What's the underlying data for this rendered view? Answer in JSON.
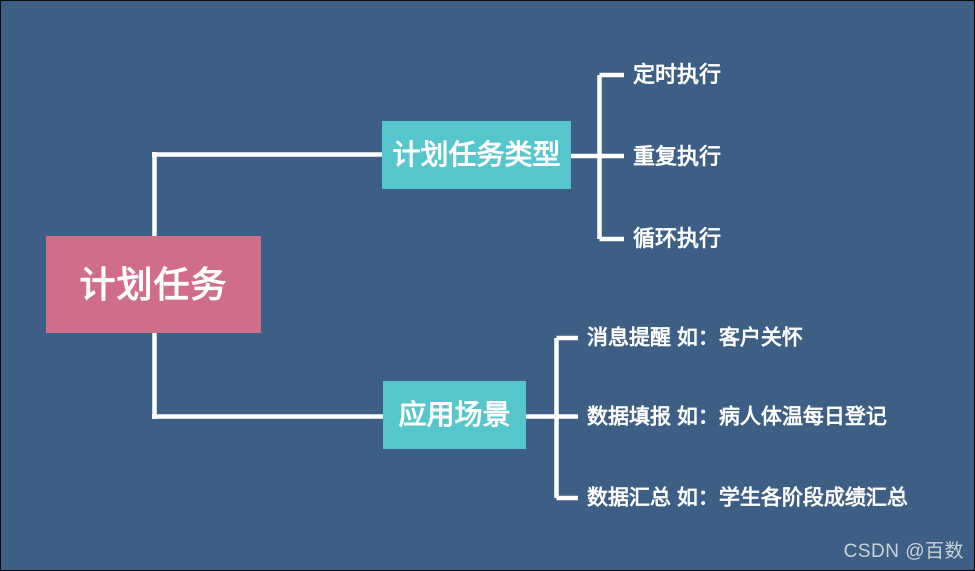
{
  "colors": {
    "background": "#3d5e85",
    "root_box": "#d06e8a",
    "branch_box": "#54c6cc",
    "connector_line": "#ffffff",
    "node_text": "#ffffff",
    "watermark_text": "#ccd1d6"
  },
  "mindmap": {
    "root": {
      "label": "计划任务"
    },
    "branches": [
      {
        "label": "计划任务类型",
        "children": [
          {
            "label": "定时执行"
          },
          {
            "label": "重复执行"
          },
          {
            "label": "循环执行"
          }
        ]
      },
      {
        "label": "应用场景",
        "children": [
          {
            "label": "消息提醒 如：客户关怀"
          },
          {
            "label": "数据填报 如：病人体温每日登记"
          },
          {
            "label": "数据汇总 如：学生各阶段成绩汇总"
          }
        ]
      }
    ]
  },
  "watermark": {
    "text": "CSDN @百数"
  }
}
